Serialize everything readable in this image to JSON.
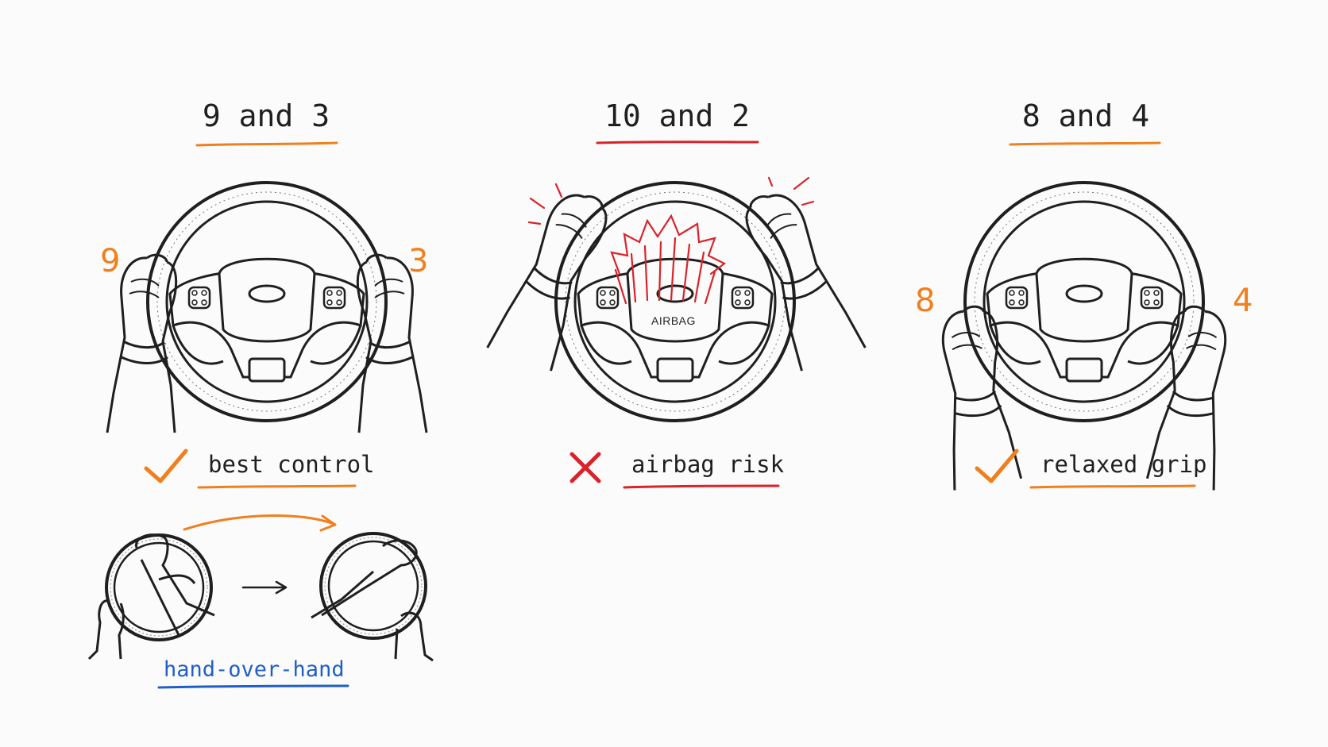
{
  "panels": [
    {
      "title": "9 and 3",
      "left_number": "9",
      "right_number": "3",
      "verdict": "check",
      "caption": "best control"
    },
    {
      "title": "10 and 2",
      "verdict": "cross",
      "caption": "airbag risk",
      "airbag_label": "AIRBAG"
    },
    {
      "title": "8 and 4",
      "left_number": "8",
      "right_number": "4",
      "verdict": "check",
      "caption": "relaxed grip"
    }
  ],
  "technique": {
    "caption": "hand-over-hand"
  },
  "colors": {
    "good": "#f07f1e",
    "bad": "#d9232a",
    "technique": "#1f5fc8",
    "ink": "#1f1f1f"
  },
  "icons": [
    "check-icon",
    "cross-icon",
    "steering-wheel-icon",
    "hand-icon",
    "airbag-burst-icon",
    "arrow-right-icon"
  ]
}
